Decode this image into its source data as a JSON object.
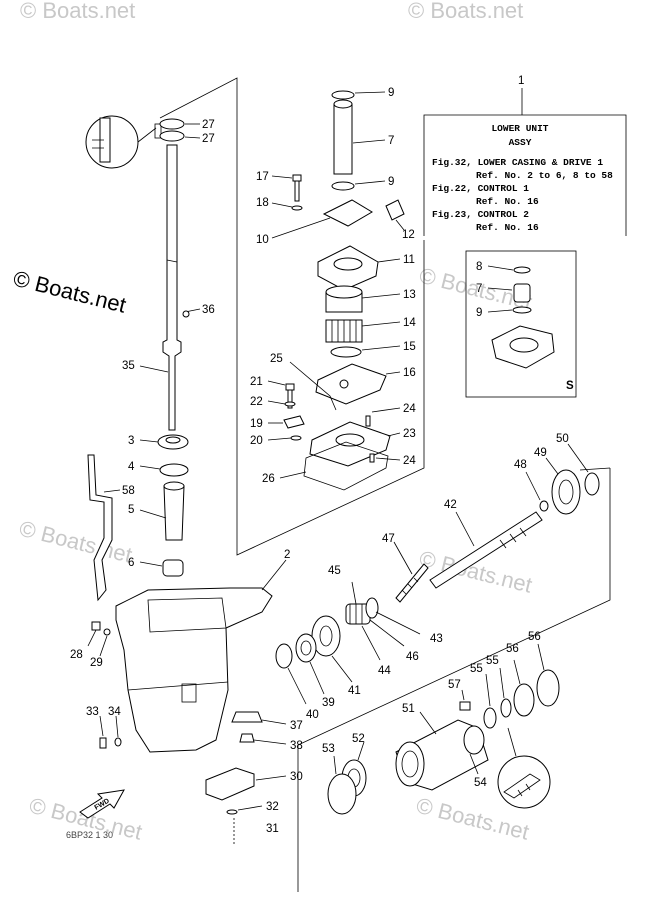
{
  "watermarks": {
    "text": "© Boats.net",
    "main_text": "© Boats.net"
  },
  "info_box": {
    "ref_number": "1",
    "title_line1": "LOWER UNIT",
    "title_line2": "ASSY",
    "lines": [
      "Fig.32, LOWER CASING & DRIVE 1",
      "Ref. No. 2 to 6, 8 to 58",
      "Fig.22, CONTROL 1",
      "Ref. No. 16",
      "Fig.23, CONTROL 2",
      "Ref. No. 16"
    ]
  },
  "inset_box": {
    "label": "S",
    "callouts": [
      "8",
      "7",
      "9"
    ]
  },
  "callouts": {
    "c27a": "27",
    "c27b": "27",
    "c9a": "9",
    "c7": "7",
    "c9b": "9",
    "c17": "17",
    "c18": "18",
    "c10": "10",
    "c12": "12",
    "c11": "11",
    "c13": "13",
    "c14": "14",
    "c15": "15",
    "c16": "16",
    "c36": "36",
    "c35": "35",
    "c25": "25",
    "c21": "21",
    "c22": "22",
    "c19": "19",
    "c20": "20",
    "c24a": "24",
    "c23": "23",
    "c24b": "24",
    "c26": "26",
    "c3": "3",
    "c4": "4",
    "c58": "58",
    "c5": "5",
    "c6": "6",
    "c2": "2",
    "c42": "42",
    "c48": "48",
    "c49": "49",
    "c50": "50",
    "c47": "47",
    "c45": "45",
    "c43": "43",
    "c44": "44",
    "c46": "46",
    "c28": "28",
    "c29": "29",
    "c40": "40",
    "c39": "39",
    "c41": "41",
    "c57": "57",
    "c55": "55",
    "c56a": "56",
    "c56b": "56",
    "c51": "51",
    "c33": "33",
    "c34": "34",
    "c37": "37",
    "c38": "38",
    "c53": "53",
    "c52": "52",
    "c54": "54",
    "c30": "30",
    "c32": "32",
    "c31": "31"
  },
  "fwd_label": "FWD",
  "footer_code": "6BP32 1 30"
}
